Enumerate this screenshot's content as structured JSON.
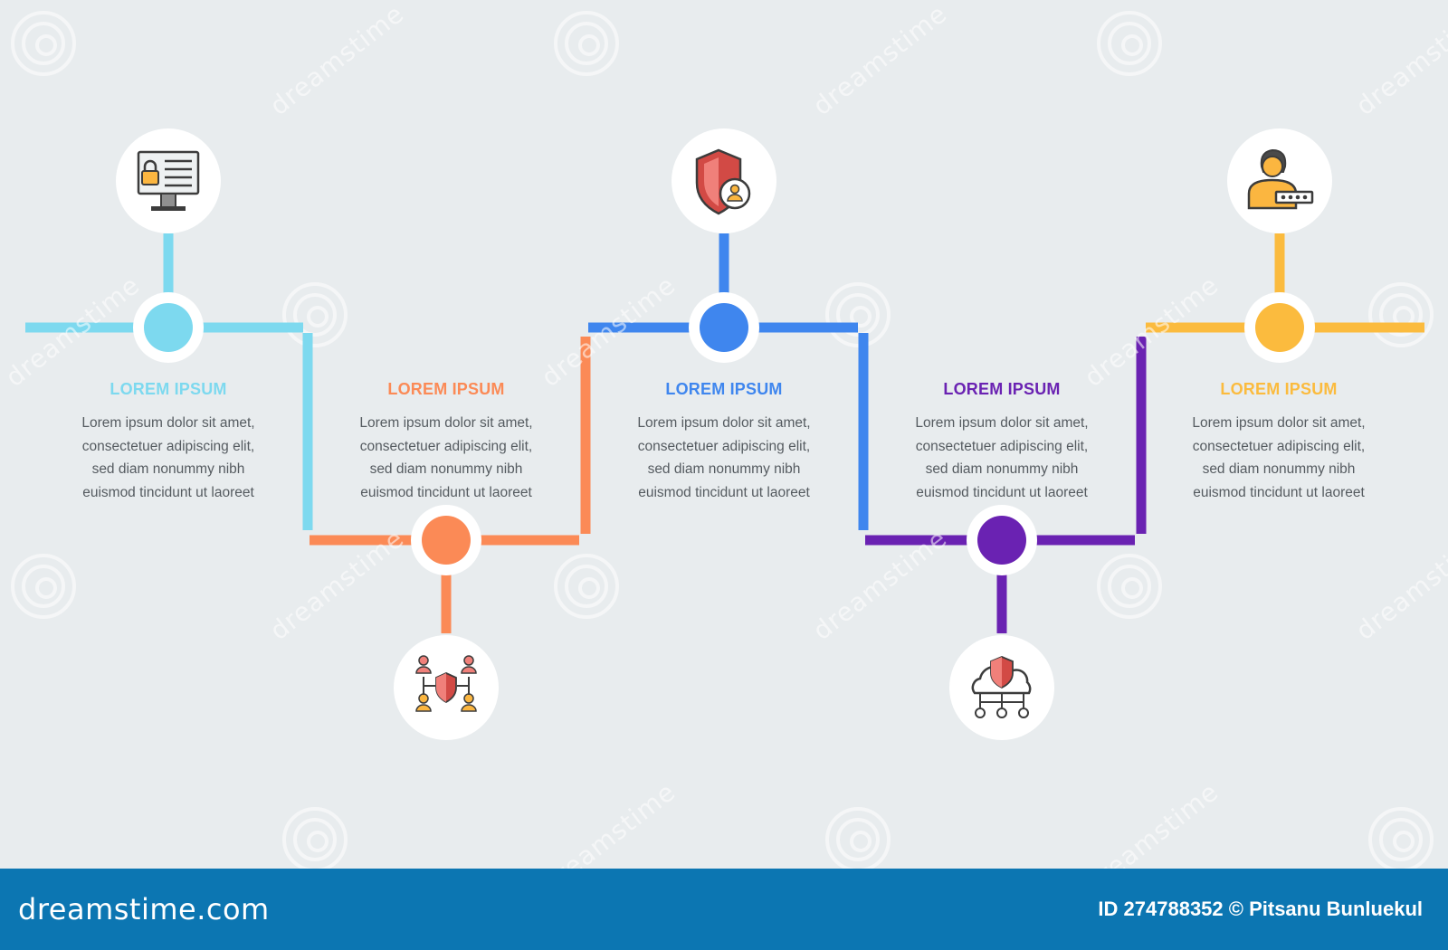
{
  "steps": [
    {
      "title": "LOREM IPSUM",
      "lines": [
        "Lorem ipsum dolor sit amet,",
        "consectetuer adipiscing elit,",
        "sed diam nonummy nibh",
        "euismod tincidunt ut laoreet"
      ],
      "color": "#7dd9ef",
      "icon": "computer-lock-icon"
    },
    {
      "title": "LOREM IPSUM",
      "lines": [
        "Lorem ipsum dolor sit amet,",
        "consectetuer adipiscing elit,",
        "sed diam nonummy nibh",
        "euismod tincidunt ut laoreet"
      ],
      "color": "#fb8a56",
      "icon": "network-shield-icon"
    },
    {
      "title": "LOREM IPSUM",
      "lines": [
        "Lorem ipsum dolor sit amet,",
        "consectetuer adipiscing elit,",
        "sed diam nonummy nibh",
        "euismod tincidunt ut laoreet"
      ],
      "color": "#3f86ee",
      "icon": "shield-user-icon"
    },
    {
      "title": "LOREM IPSUM",
      "lines": [
        "Lorem ipsum dolor sit amet,",
        "consectetuer adipiscing elit,",
        "sed diam nonummy nibh",
        "euismod tincidunt ut laoreet"
      ],
      "color": "#6a22b2",
      "icon": "cloud-shield-icon"
    },
    {
      "title": "LOREM IPSUM",
      "lines": [
        "Lorem ipsum dolor sit amet,",
        "consectetuer adipiscing elit,",
        "sed diam nonummy nibh",
        "euismod tincidunt ut laoreet"
      ],
      "color": "#fbbb3e",
      "icon": "user-password-icon"
    }
  ],
  "watermark": "dreamstime",
  "footer": {
    "logo": "dreamstime.com",
    "credit": "ID 274788352 © Pitsanu Bunluekul"
  }
}
